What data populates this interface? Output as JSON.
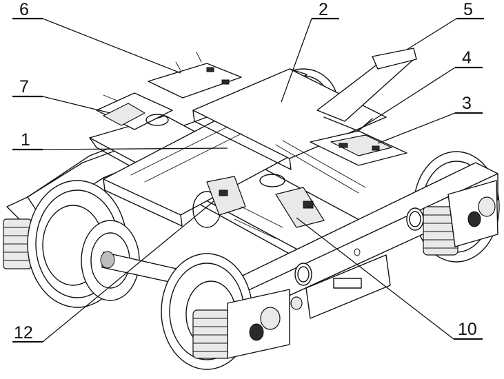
{
  "callouts": [
    {
      "id": "1",
      "text": "1"
    },
    {
      "id": "2",
      "text": "2"
    },
    {
      "id": "3",
      "text": "3"
    },
    {
      "id": "4",
      "text": "4"
    },
    {
      "id": "5",
      "text": "5"
    },
    {
      "id": "6",
      "text": "6"
    },
    {
      "id": "7",
      "text": "7"
    },
    {
      "id": "10",
      "text": "10"
    },
    {
      "id": "12",
      "text": "12"
    }
  ],
  "colors": {
    "ink": "#111111",
    "paper": "#ffffff"
  }
}
